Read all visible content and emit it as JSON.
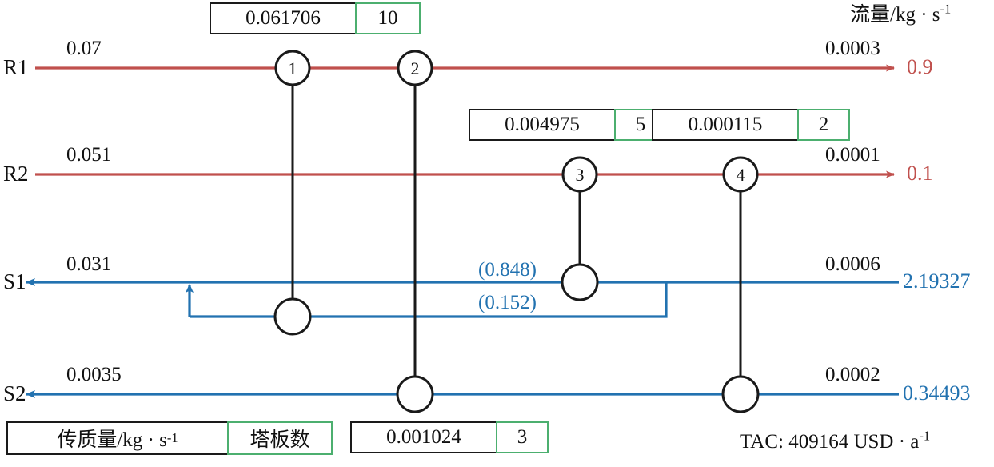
{
  "header": {
    "flow_axis_label": "流量/kg · s",
    "flow_axis_exp": "-1"
  },
  "colors": {
    "red": "#c0504d",
    "blue": "#2272b0",
    "green": "#4caf6f",
    "black": "#1a1a1a"
  },
  "rows": [
    {
      "id": "R1",
      "label": "R1",
      "inlet": "0.07",
      "outlet": "0.0003",
      "endpoint": "0.9",
      "type": "red"
    },
    {
      "id": "R2",
      "label": "R2",
      "inlet": "0.051",
      "outlet": "0.0001",
      "endpoint": "0.1",
      "type": "red"
    },
    {
      "id": "S1",
      "label": "S1",
      "inlet": "0.031",
      "outlet": "0.0006",
      "endpoint": "2.19327",
      "type": "blue"
    },
    {
      "id": "S2",
      "label": "S2",
      "inlet": "0.0035",
      "outlet": "0.0002",
      "endpoint": "0.34493",
      "type": "blue"
    }
  ],
  "nodes": [
    {
      "number": "1",
      "row": "R1"
    },
    {
      "number": "2",
      "row": "R1"
    },
    {
      "number": "3",
      "row": "R2"
    },
    {
      "number": "4",
      "row": "R2"
    }
  ],
  "exchanger_boxes": [
    {
      "id": "box-node-1",
      "mass_transfer": "0.061706",
      "trays": "10"
    },
    {
      "id": "box-node-3",
      "mass_transfer": "0.004975",
      "trays": "5"
    },
    {
      "id": "box-node-4",
      "mass_transfer": "0.000115",
      "trays": "2"
    },
    {
      "id": "box-node-2",
      "mass_transfer": "0.001024",
      "trays": "3"
    }
  ],
  "split_fractions": [
    {
      "id": "split-upper",
      "value": "(0.848)"
    },
    {
      "id": "split-lower",
      "value": "(0.152)"
    }
  ],
  "legend": {
    "mass_label": "传质量/kg · s",
    "mass_exp": "-1",
    "trays_label": "塔板数"
  },
  "footer": {
    "tac_label": "TAC: 409164 USD · a",
    "tac_exp": "-1"
  }
}
